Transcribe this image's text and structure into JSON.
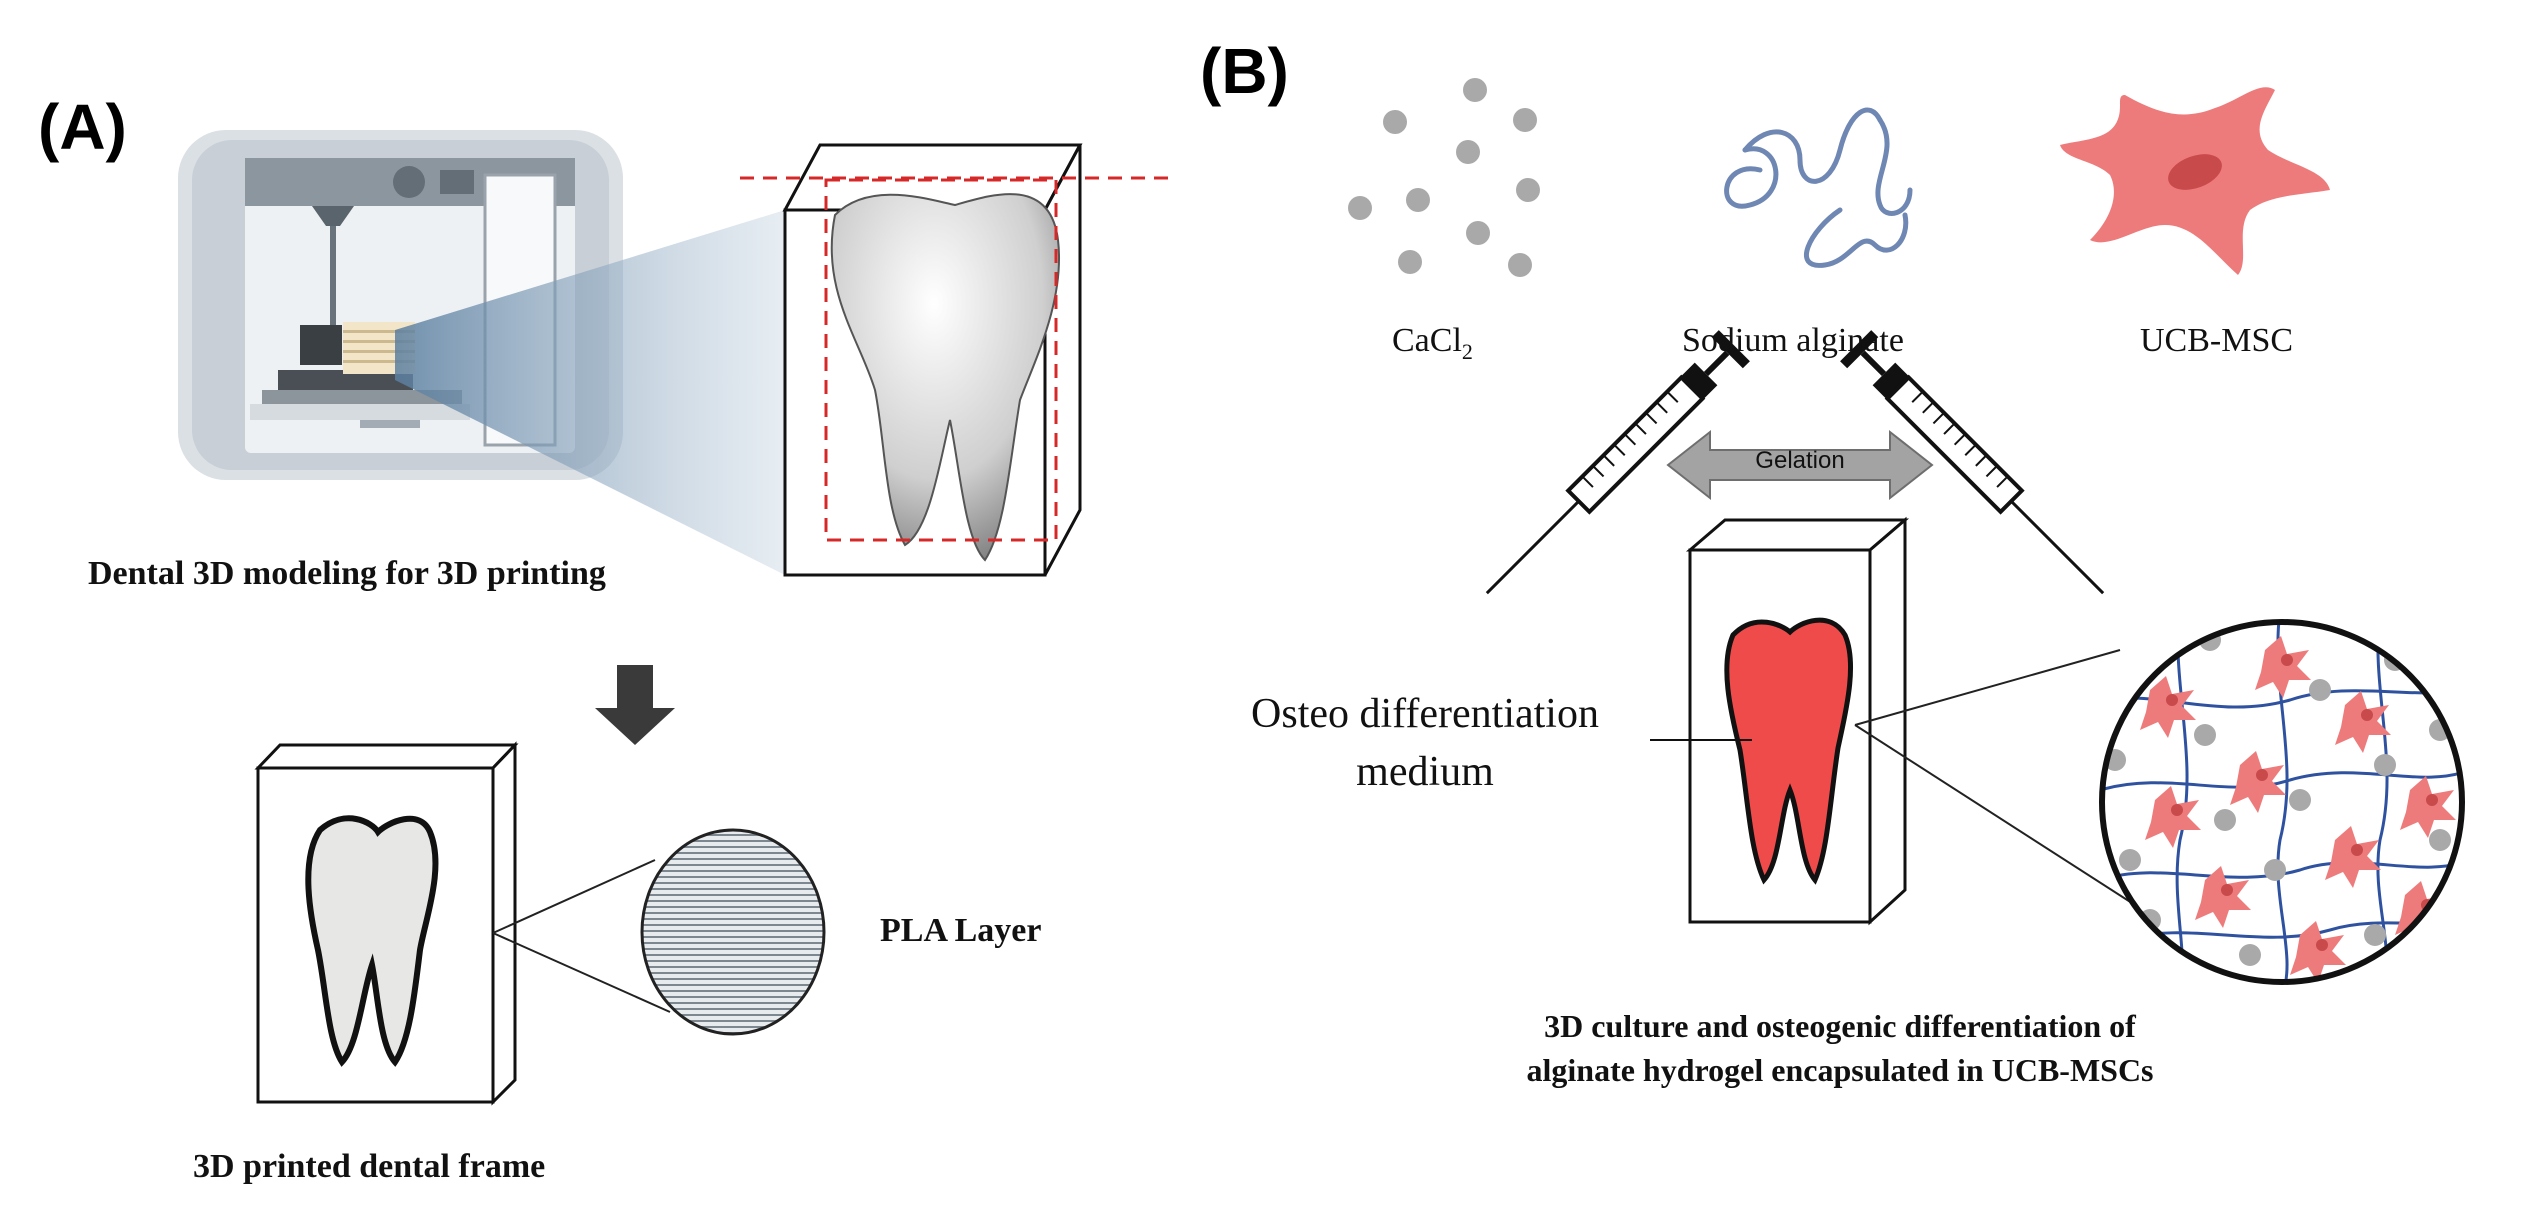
{
  "panel_a": {
    "label": "(A)",
    "modeling_caption": "Dental 3D modeling for 3D printing",
    "frame_caption": "3D printed dental frame",
    "layer_label": "PLA Layer"
  },
  "panel_b": {
    "label": "(B)",
    "reagents": {
      "cacl2_base": "CaCl",
      "cacl2_sub": "2",
      "alginate": "Sodium alginate",
      "cells": "UCB-MSC"
    },
    "gelation_label": "Gelation",
    "medium_line1": "Osteo differentiation",
    "medium_line2": "medium",
    "caption_line1": "3D culture and osteogenic differentiation of",
    "caption_line2": "alginate hydrogel encapsulated in UCB-MSCs"
  },
  "colors": {
    "tooth_red": "#f04b4b",
    "cell_pink": "#ee7b7b",
    "dot_gray": "#a9a9a9",
    "fiber_blue": "#2f52a0",
    "printer_body": "#cfd5db",
    "dash_red": "#d62828"
  }
}
